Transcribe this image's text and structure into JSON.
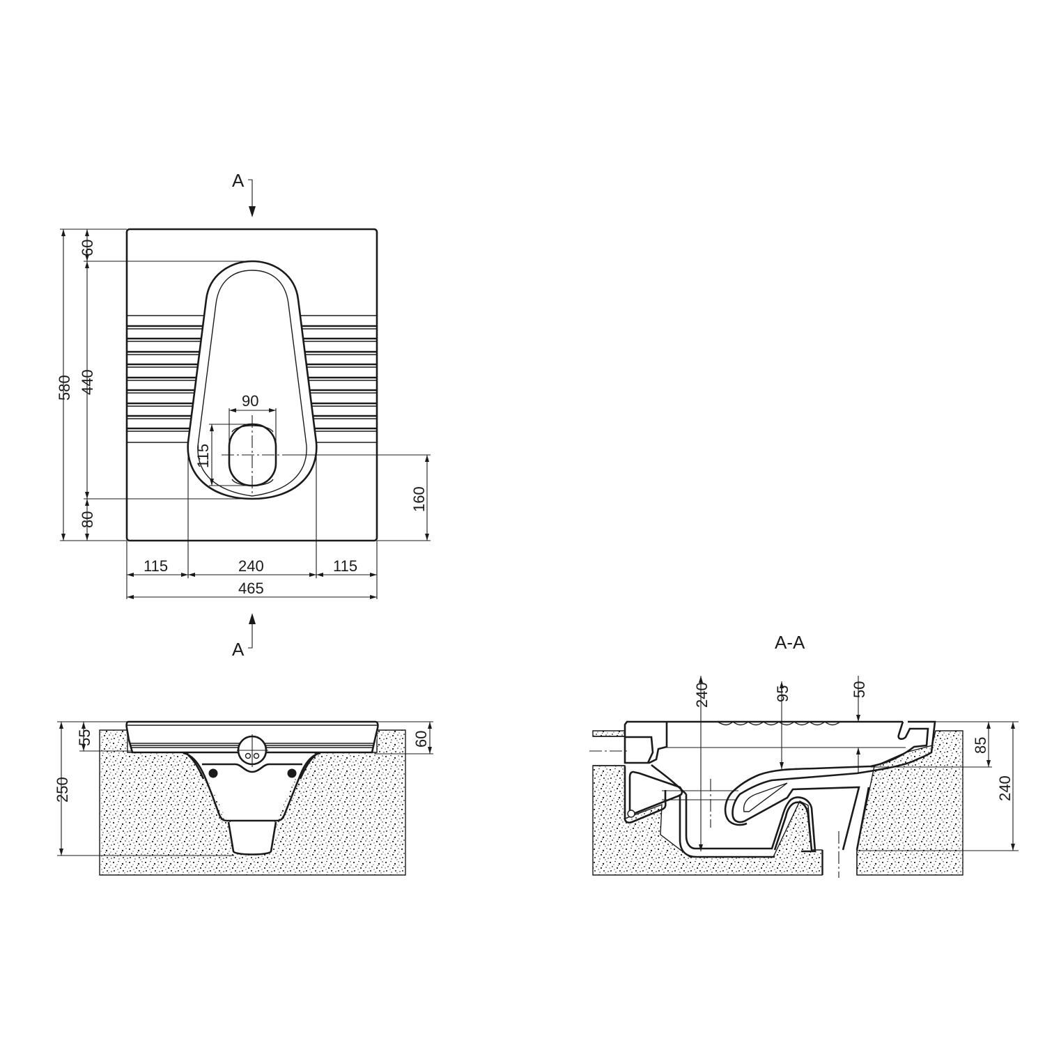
{
  "drawing": {
    "type": "technical drawing",
    "subject": "squat toilet (floor pan) dimensions",
    "units": "mm",
    "colors": {
      "line": "#1a1a1a",
      "background": "#ffffff",
      "hatch": "#1a1a1a"
    }
  },
  "plan_view": {
    "section_marker_top": "A",
    "section_marker_bottom": "A",
    "dimensions": {
      "overall_length": "580",
      "front_margin": "60",
      "pan_length": "440",
      "rear_margin": "80",
      "outlet_width": "90",
      "outlet_length": "115",
      "outlet_offset": "160",
      "left_tread": "115",
      "pan_width": "240",
      "right_tread": "115",
      "overall_width": "465"
    },
    "tread_ribs_per_side": 10
  },
  "front_view": {
    "dimensions": {
      "rim_height_left": "55",
      "rim_height_right": "60",
      "total_depth": "250"
    }
  },
  "section_view": {
    "title": "A-A",
    "dimensions": {
      "bowl_depth": "240",
      "trap_depth": "95",
      "rim_depth": "50",
      "rim_to_floor": "85",
      "overall_height": "240"
    }
  }
}
